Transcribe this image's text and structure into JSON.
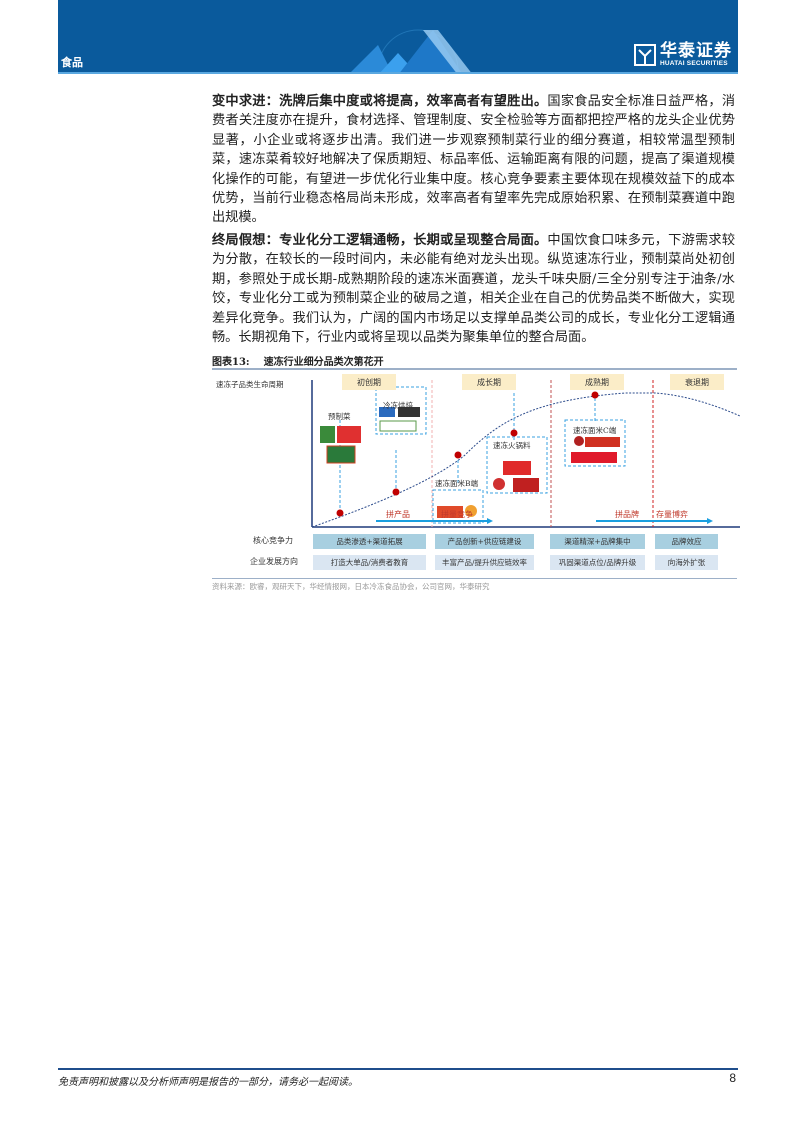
{
  "header": {
    "sector": "食品",
    "brand_cn": "华泰证券",
    "brand_en": "HUATAI SECURITIES"
  },
  "paragraphs": [
    {
      "lead": "变中求进：洗牌后集中度或将提高，效率高者有望胜出。",
      "body": "国家食品安全标准日益严格，消费者关注度亦在提升，食材选择、管理制度、安全检验等方面都把控严格的龙头企业优势显著，小企业或将逐步出清。我们进一步观察预制菜行业的细分赛道，相较常温型预制菜，速冻菜肴较好地解决了保质期短、标品率低、运输距离有限的问题，提高了渠道规模化操作的可能，有望进一步优化行业集中度。核心竞争要素主要体现在规模效益下的成本优势，当前行业稳态格局尚未形成，效率高者有望率先完成原始积累、在预制菜赛道中跑出规模。"
    },
    {
      "lead": "终局假想：专业化分工逻辑通畅，长期或呈现整合局面。",
      "body": "中国饮食口味多元，下游需求较为分散，在较长的一段时间内，未必能有绝对龙头出现。纵览速冻行业，预制菜尚处初创期，参照处于成长期-成熟期阶段的速冻米面赛道，龙头千味央厨/三全分别专注于油条/水饺，专业化分工或为预制菜企业的破局之道，相关企业在自己的优势品类不断做大，实现差异化竞争。我们认为，广阔的国内市场足以支撑单品类公司的成长，专业化分工逻辑通畅。长期视角下，行业内或将呈现以品类为聚集单位的整合局面。"
    }
  ],
  "figure": {
    "number": "图表13:",
    "title": "速冻行业细分品类次第花开",
    "y_axis_label": "速冻子品类生命周期",
    "phases": [
      "初创期",
      "成长期",
      "成熟期",
      "衰退期"
    ],
    "categories": [
      "预制菜",
      "冷冻烘焙",
      "速冻面米B端",
      "速冻火锅料",
      "速冻面米C端"
    ],
    "competition": [
      "拼产品",
      "拼量竞争",
      "拼品牌",
      "存量博弈"
    ],
    "rows": [
      {
        "label": "核心竞争力",
        "cells": [
          "品类渗透+渠道拓展",
          "产品创新+供应链建设",
          "渠道精深+品牌集中",
          "品牌效应"
        ]
      },
      {
        "label": "企业发展方向",
        "cells": [
          "打造大单品/消费者教育",
          "丰富产品/提升供应链效率",
          "巩固渠道点位/品牌升级",
          "向海外扩张"
        ]
      }
    ],
    "source": "资料来源：欧睿，观研天下，华经情报网，日本冷冻食品协会，公司官网，华泰研究"
  },
  "footer": {
    "disclaimer": "免责声明和披露以及分析师声明是报告的一部分，请务必一起阅读。",
    "page": "8"
  },
  "colors": {
    "header": "#0a5a9c",
    "phase_bg": "#fbedc8",
    "dot": "#c00000",
    "arrow": "#1a9fe0"
  }
}
